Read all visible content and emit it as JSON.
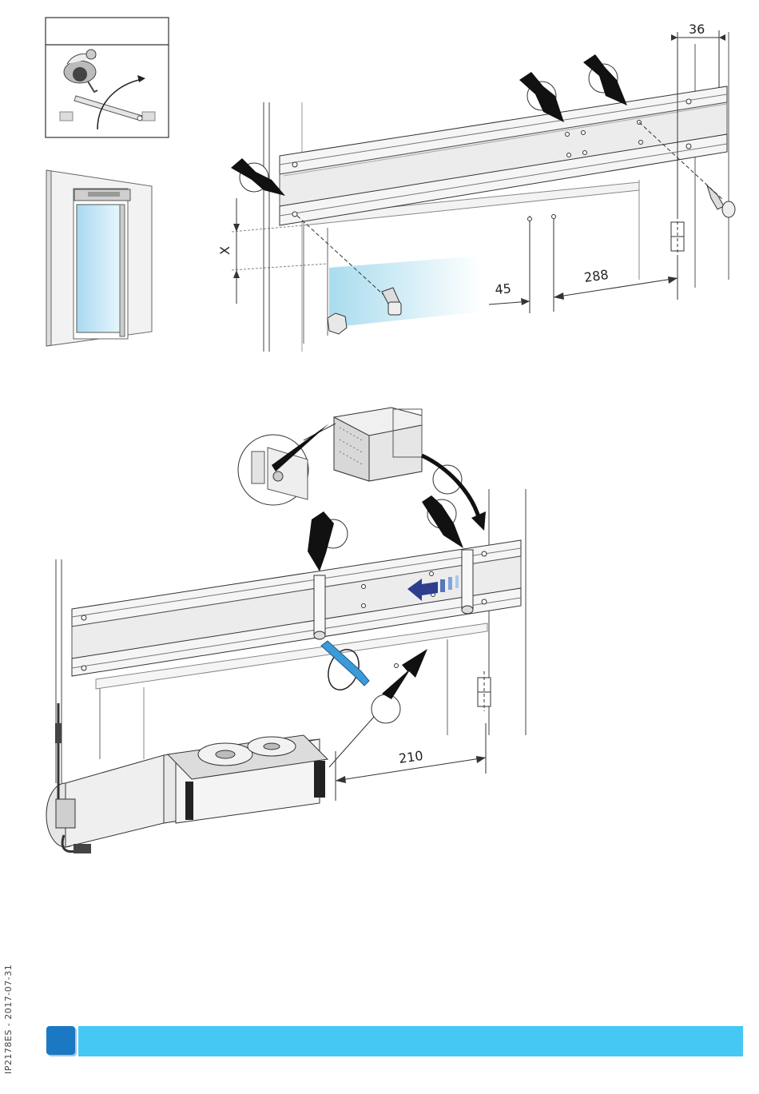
{
  "dimensions": {
    "d36": "36",
    "x_label": "X",
    "d45": "45",
    "d288": "288",
    "d210": "210"
  },
  "document_code": "IP2178ES - 2017-07-31",
  "colors": {
    "footer_bar": "#46c8f4",
    "footer_square": "#1b79c4",
    "arrow_blue": "#2d3e8f"
  },
  "icons": {
    "person_hinge_step": "person-opening-door-icon",
    "door_overview": "door-frame-overview-icon"
  }
}
